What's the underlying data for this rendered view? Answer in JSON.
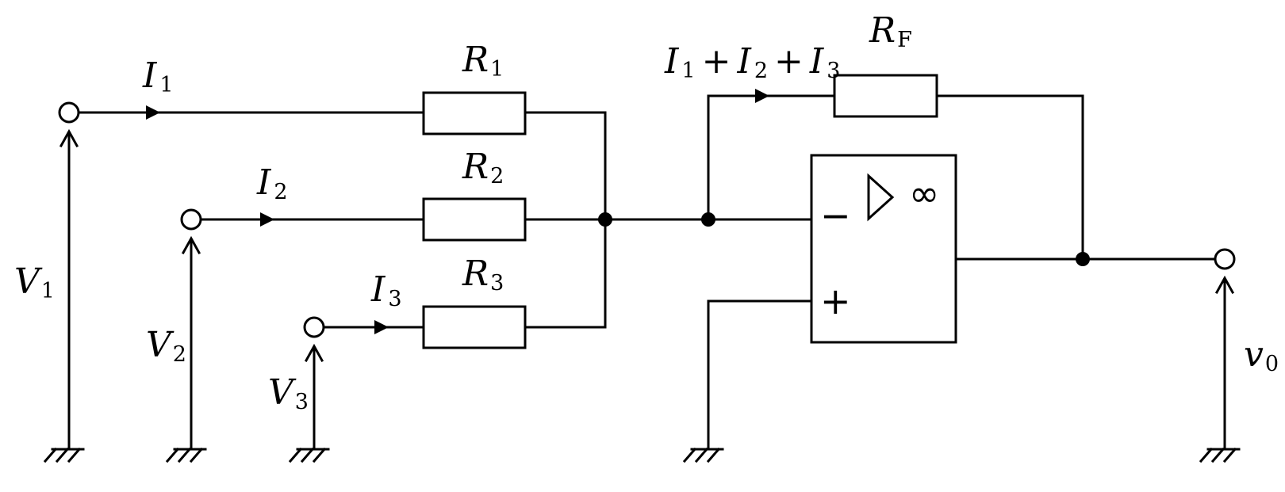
{
  "labels": {
    "i1": {
      "main": "I",
      "sub": "1"
    },
    "i2": {
      "main": "I",
      "sub": "2"
    },
    "i3": {
      "main": "I",
      "sub": "3"
    },
    "r1": {
      "main": "R",
      "sub": "1"
    },
    "r2": {
      "main": "R",
      "sub": "2"
    },
    "r3": {
      "main": "R",
      "sub": "3"
    },
    "rf": {
      "main": "R",
      "sub": "F"
    },
    "v1": {
      "main": "V",
      "sub": "1"
    },
    "v2": {
      "main": "V",
      "sub": "2"
    },
    "v3": {
      "main": "V",
      "sub": "3"
    },
    "v0": {
      "main": "v",
      "sub": "0"
    },
    "feedback_current": {
      "t1": "I",
      "s1": "1",
      "plus1": "+",
      "t2": "I",
      "s2": "2",
      "plus2": "+",
      "t3": "I",
      "s3": "3"
    }
  },
  "opamp": {
    "inverting": "−",
    "non_inverting": "+",
    "gain": "∞"
  }
}
